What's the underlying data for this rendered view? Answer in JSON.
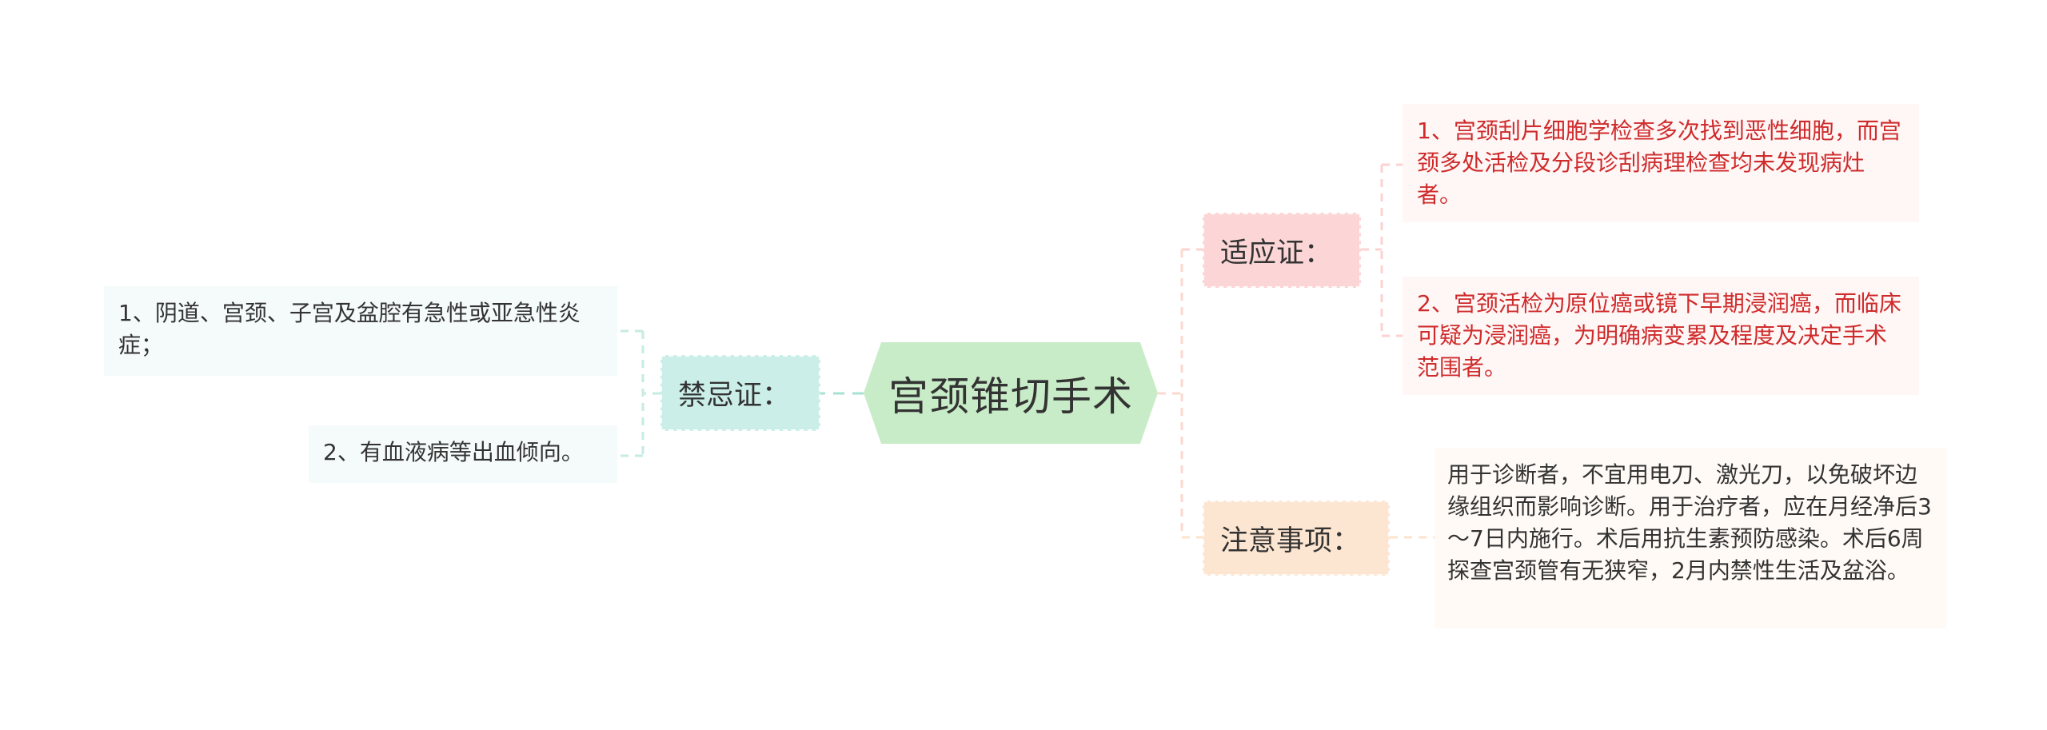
{
  "center": {
    "title": "宫颈锥切手术",
    "color": "#c8ecc8"
  },
  "branches": {
    "contraindications": {
      "label": "禁忌证：",
      "color": "#cbefe8",
      "leaves": [
        "1、阴道、宫颈、子宫及盆腔有急性或亚急性炎症；",
        "2、有血液病等出血倾向。"
      ]
    },
    "indications": {
      "label": "适应证：",
      "color": "#fcd6d6",
      "text_color": "#cf2b2b",
      "leaves": [
        "1、宫颈刮片细胞学检查多次找到恶性细胞，而宫颈多处活检及分段诊刮病理检查均未发现病灶者。",
        "2、宫颈活检为原位癌或镜下早期浸润癌，而临床可疑为浸润癌，为明确病变累及程度及决定手术范围者。"
      ]
    },
    "notes": {
      "label": "注意事项：",
      "color": "#fde6d1",
      "leaves": [
        "用于诊断者，不宜用电刀、激光刀，以免破坏边缘组织而影响诊断。用于治疗者，应在月经净后3～7日内施行。术后用抗生素预防感染。术后6周探查宫颈管有无狭窄，2月内禁性生活及盆浴。"
      ]
    }
  }
}
